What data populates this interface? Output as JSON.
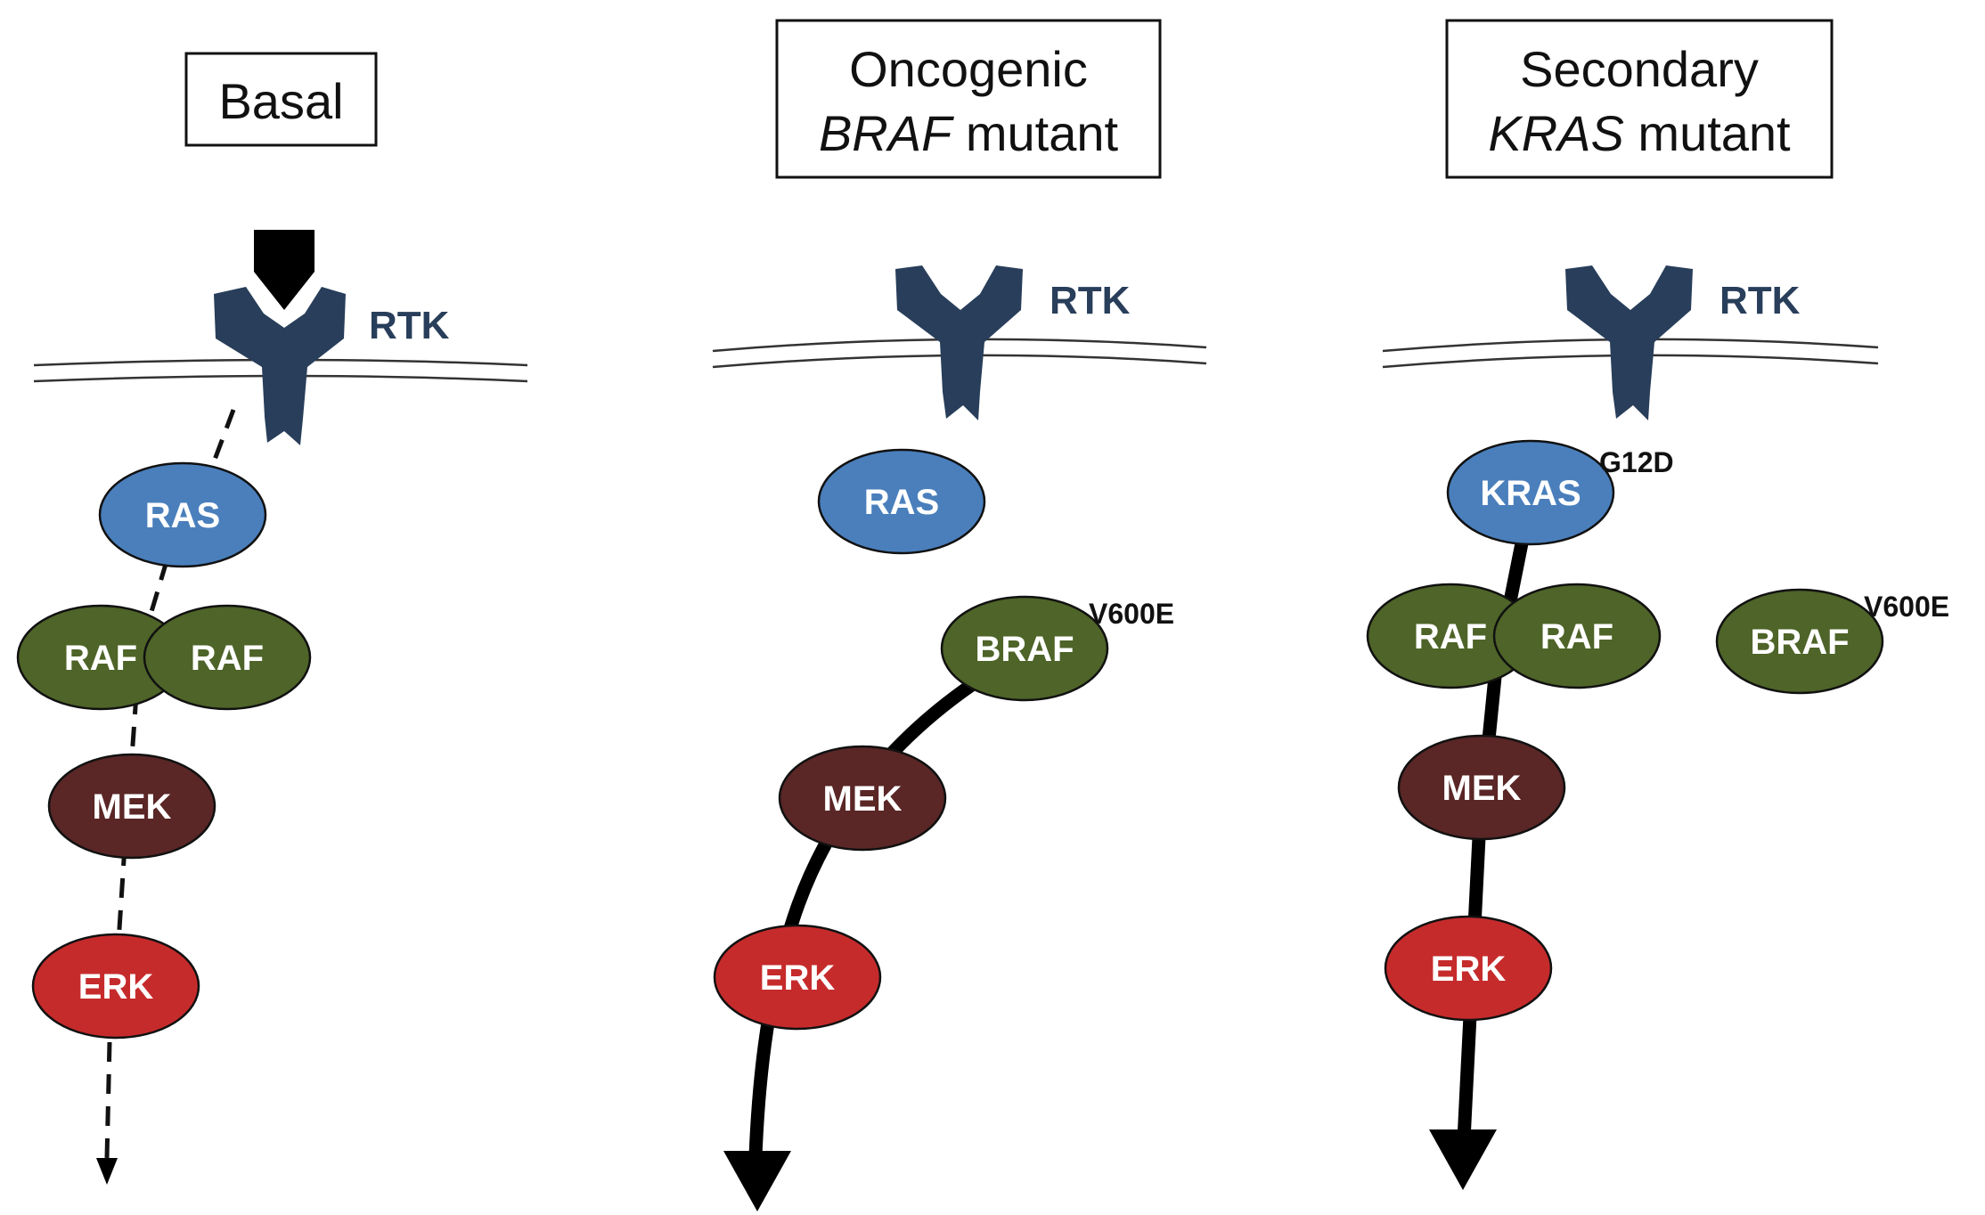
{
  "panels": [
    {
      "title_lines": [
        {
          "parts": [
            {
              "text": "Basal",
              "italic": false
            }
          ]
        }
      ],
      "rtk_label": "RTK",
      "nodes": [
        {
          "label": "RAS"
        },
        {
          "label": "RAF"
        },
        {
          "label": "RAF"
        },
        {
          "label": "MEK"
        },
        {
          "label": "ERK"
        }
      ],
      "mutations": []
    },
    {
      "title_lines": [
        {
          "parts": [
            {
              "text": "Oncogenic",
              "italic": false
            }
          ]
        },
        {
          "parts": [
            {
              "text": "BRAF",
              "italic": true
            },
            {
              "text": " mutant",
              "italic": false
            }
          ]
        }
      ],
      "rtk_label": "RTK",
      "nodes": [
        {
          "label": "RAS"
        },
        {
          "label": "BRAF"
        },
        {
          "label": "MEK"
        },
        {
          "label": "ERK"
        }
      ],
      "mutations": [
        "V600E"
      ]
    },
    {
      "title_lines": [
        {
          "parts": [
            {
              "text": "Secondary",
              "italic": false
            }
          ]
        },
        {
          "parts": [
            {
              "text": "KRAS",
              "italic": true
            },
            {
              "text": " mutant",
              "italic": false
            }
          ]
        }
      ],
      "rtk_label": "RTK",
      "nodes": [
        {
          "label": "KRAS"
        },
        {
          "label": "RAF"
        },
        {
          "label": "RAF"
        },
        {
          "label": "BRAF"
        },
        {
          "label": "MEK"
        },
        {
          "label": "ERK"
        }
      ],
      "mutations": [
        "G12D",
        "V600E"
      ]
    }
  ],
  "colors": {
    "RAS": "#4a7fbc",
    "KRAS": "#4a7fbc",
    "RAF": "#4e6428",
    "BRAF": "#4e6428",
    "MEK": "#5a2626",
    "ERK": "#c62b2c",
    "RTK": "#283e5a",
    "ligand": "#000000"
  },
  "icons": {
    "receptor": "rtk-receptor-icon",
    "ligand": "ligand-icon"
  }
}
